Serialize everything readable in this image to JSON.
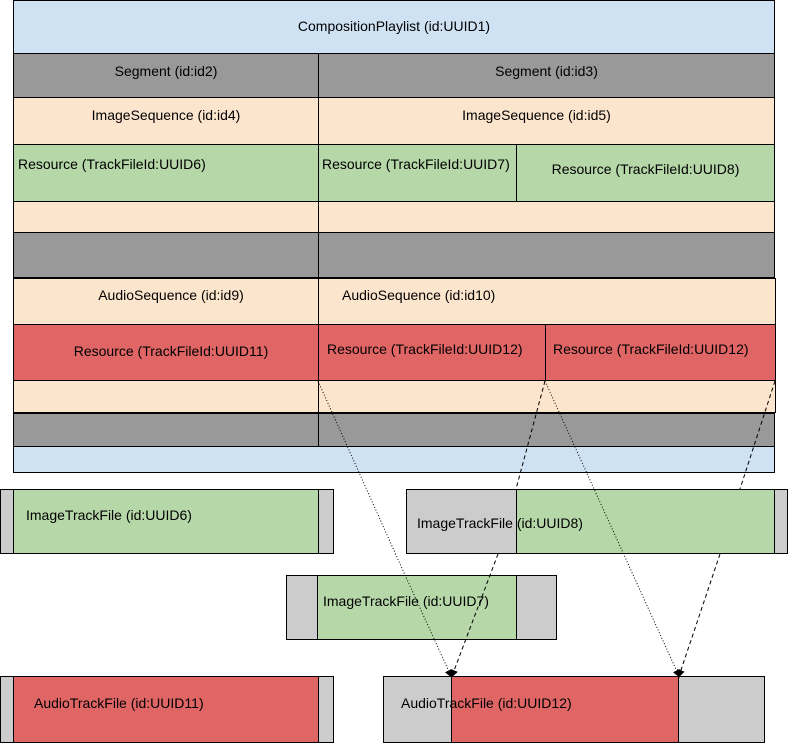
{
  "cpl": {
    "label": "CompositionPlaylist (id:UUID1)"
  },
  "segments": [
    {
      "label": "Segment (id:id2)"
    },
    {
      "label": "Segment (id:id3)"
    }
  ],
  "image_sequences": [
    {
      "label": "ImageSequence (id:id4)"
    },
    {
      "label": "ImageSequence (id:id5)"
    }
  ],
  "image_resources": [
    {
      "label": "Resource (TrackFileId:UUID6)"
    },
    {
      "label": "Resource (TrackFileId:UUID7)"
    },
    {
      "label": "Resource (TrackFileId:UUID8)"
    }
  ],
  "audio_sequences": [
    {
      "label": "AudioSequence (id:id9)"
    },
    {
      "label": "AudioSequence (id:id10)"
    }
  ],
  "audio_resources": [
    {
      "label": "Resource (TrackFileId:UUID11)"
    },
    {
      "label": "Resource (TrackFileId:UUID12)"
    },
    {
      "label": "Resource (TrackFileId:UUID12)"
    }
  ],
  "track_files": {
    "image6": {
      "label": "ImageTrackFile (id:UUID6)"
    },
    "image8": {
      "label": "ImageTrackFile (id:UUID8)"
    },
    "image7": {
      "label": "ImageTrackFile (id:UUID7)"
    },
    "audio11": {
      "label": "AudioTrackFile (id:UUID11)"
    },
    "audio12": {
      "label": "AudioTrackFile (id:UUID12)"
    }
  },
  "colors": {
    "cpl": "#cfe2f3",
    "segment": "#999999",
    "sequence": "#fce5cd",
    "image": "#b6d7a8",
    "audio": "#e06666",
    "trackfile_pad": "#cccccc"
  }
}
